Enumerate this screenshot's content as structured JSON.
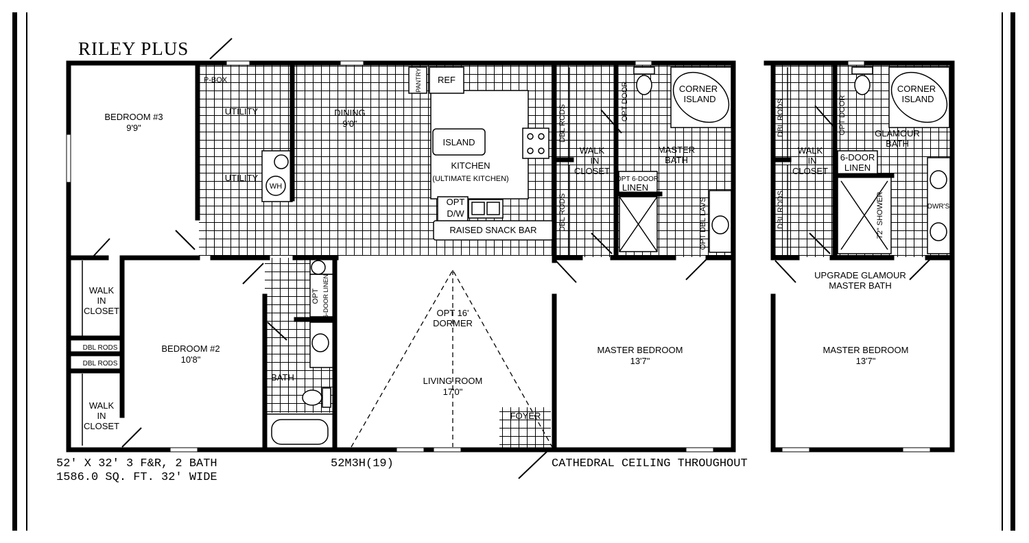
{
  "plan": {
    "title": "RILEY PLUS",
    "specs_line1": "52' X 32' 3 F&R, 2 BATH",
    "specs_line2": "1586.0 SQ. FT. 32' WIDE",
    "model_code": "52M3H(19)",
    "ceiling_note": "CATHEDRAL CEILING THROUGHOUT"
  },
  "rooms": {
    "bedroom3_name": "BEDROOM #3",
    "bedroom3_size": "9'9\"",
    "pbox": "P-BOX",
    "utility_top": "UTILITY",
    "utility_side": "UTILITY",
    "wh": "WH",
    "dining_name": "DINING",
    "dining_size": "9'0\"",
    "pantry": "PANTRY",
    "ref": "REF",
    "island": "ISLAND",
    "kitchen_name": "KITCHEN",
    "kitchen_sub": "(ULTIMATE KITCHEN)",
    "opt": "OPT",
    "dw": "D/W",
    "snack_bar": "RAISED SNACK BAR",
    "dbl_rods_upper": "DBL RODS",
    "dbl_rods_lower": "DBL RODS",
    "walk_in_closet_1": "WALK",
    "walk_in_closet_2": "IN",
    "walk_in_closet_3": "CLOSET",
    "opt_door": "OPT DOOR",
    "corner_island_1": "CORNER",
    "corner_island_2": "ISLAND",
    "master_bath_1": "MASTER",
    "master_bath_2": "BATH",
    "opt_linen_1": "OPT 6-DOOR",
    "opt_linen_2": "LINEN",
    "opt_dbl_lavs": "OPT DBL LAVS",
    "wic_left_top_1": "WALK",
    "wic_left_top_2": "IN",
    "wic_left_top_3": "CLOSET",
    "dbl_rods_a": "DBL RODS",
    "dbl_rods_b": "DBL RODS",
    "wic_left_bot_1": "WALK",
    "wic_left_bot_2": "IN",
    "wic_left_bot_3": "CLOSET",
    "bedroom2_name": "BEDROOM #2",
    "bedroom2_size": "10'8\"",
    "hall_opt_1": "OPT",
    "hall_opt_2": "6-DOOR LINEN",
    "bath": "BATH",
    "dormer_1": "OPT 16'",
    "dormer_2": "DORMER",
    "living_name": "LIVING ROOM",
    "living_size": "17'0\"",
    "foyer": "FOYER",
    "master_bed_name": "MASTER BEDROOM",
    "master_bed_size": "13'7\""
  },
  "alt": {
    "dbl_rods_upper": "DBL RODS",
    "dbl_rods_lower": "DBL RODS",
    "walk_1": "WALK",
    "walk_2": "IN",
    "walk_3": "CLOSET",
    "opt_door": "OPT DOOR",
    "corner_1": "CORNER",
    "corner_2": "ISLAND",
    "glamour_1": "GLAMOUR",
    "glamour_2": "BATH",
    "linen_1": "6-DOOR",
    "linen_2": "LINEN",
    "shower": "72\" SHOWER",
    "dwrs": "DWR'S",
    "upgrade_1": "UPGRADE GLAMOUR",
    "upgrade_2": "MASTER BATH",
    "master_bed_name": "MASTER BEDROOM",
    "master_bed_size": "13'7\""
  }
}
